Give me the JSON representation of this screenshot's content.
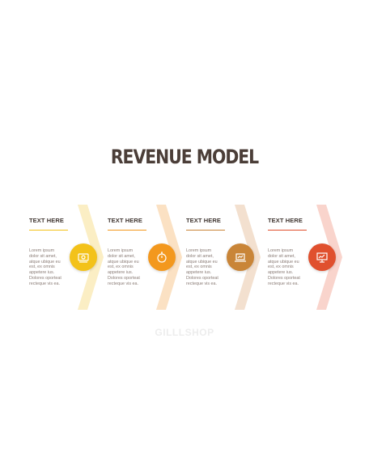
{
  "title": "REVENUE MODEL",
  "watermark": "GILLLSHOP",
  "steps": [
    {
      "heading": "TEXT HERE",
      "body": "Lorem ipsum\ndolor sit amet,\natque ubique eu\nest, ex omnis\nappetere ius.\nDolores oporteat\nrecteque vis ea.",
      "color": "#f3c21a",
      "chevron_color": "#fbeec4",
      "line_color": "#f3c21a",
      "icon": "money-icon"
    },
    {
      "heading": "TEXT HERE",
      "body": "Lorem ipsum\ndolor sit amet,\natque ubique eu\nest, ex omnis\nappetere ius.\nDolores oporteat\nrecteque vis ea.",
      "color": "#f3981e",
      "chevron_color": "#fbe1c3",
      "line_color": "#f3981e",
      "icon": "stopwatch-icon"
    },
    {
      "heading": "TEXT HERE",
      "body": "Lorem ipsum\ndolor sit amet,\natque ubique eu\nest, ex omnis\nappetere ius.\nDolores oporteat\nrecteque vis ea.",
      "color": "#c98538",
      "chevron_color": "#f3e0cf",
      "line_color": "#c98538",
      "icon": "laptop-icon"
    },
    {
      "heading": "TEXT HERE",
      "body": "Lorem ipsum\ndolor sit amet,\natque ubique eu\nest, ex omnis\nappetere ius.\nDolores oporteat\nrecteque vis ea.",
      "color": "#e0502e",
      "chevron_color": "#f9d4cc",
      "line_color": "#e0502e",
      "icon": "presentation-icon"
    }
  ]
}
